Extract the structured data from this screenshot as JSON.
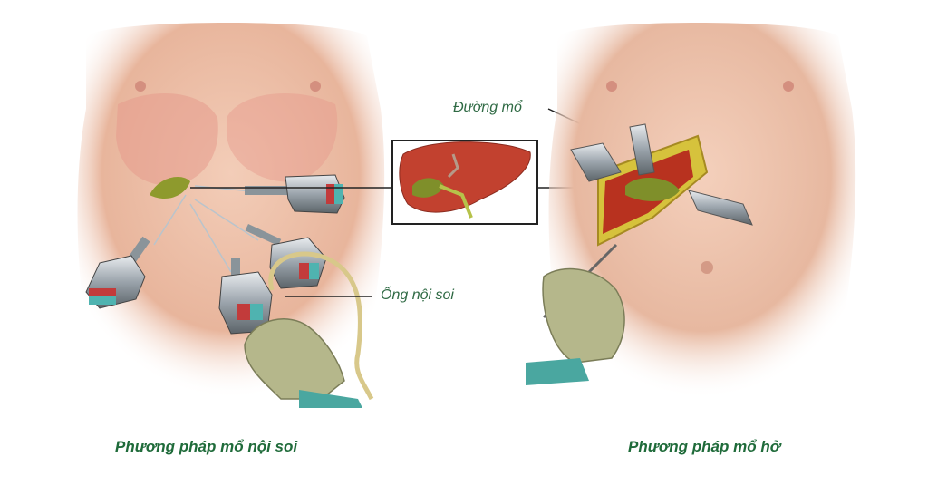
{
  "labels": {
    "incision": "Đường mổ",
    "endoscope": "Ống nội soi"
  },
  "captions": {
    "laparoscopic": "Phương pháp mổ nội soi",
    "open": "Phương pháp mổ hở"
  },
  "colors": {
    "skin": "#efc3ad",
    "liver": "#c2412f",
    "gallbladder": "#7f8f2a",
    "caption_green": "#1f6b3a",
    "glove": "#b5b78b"
  },
  "icons": {
    "trocar": "laparoscope-port-icon",
    "retractor": "retractor-icon",
    "hand": "gloved-hand-icon"
  }
}
